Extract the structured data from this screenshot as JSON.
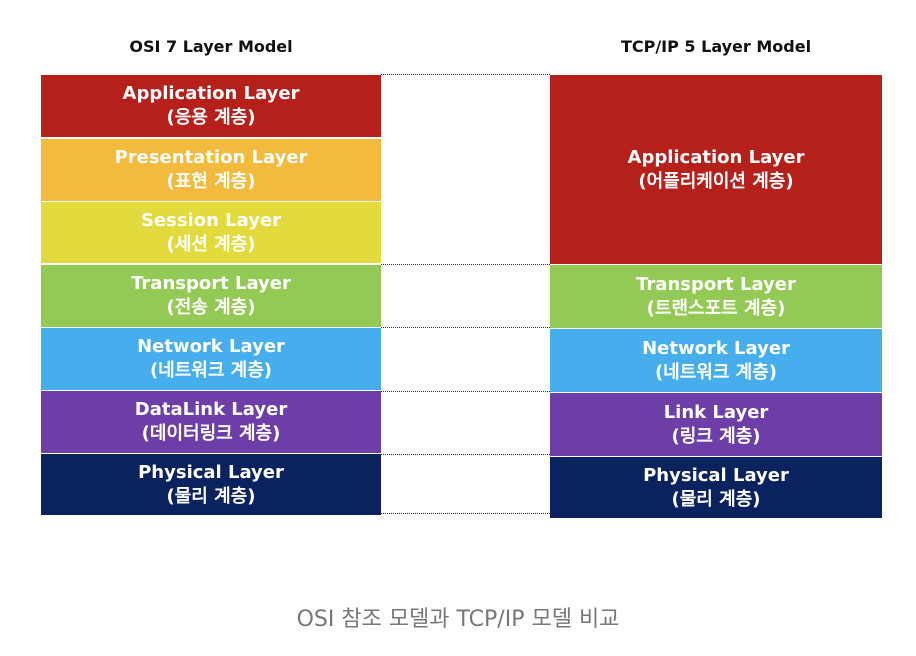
{
  "osi_model": {
    "title": "OSI 7 Layer Model",
    "layers": [
      {
        "name": "Application Layer",
        "sub": "(응용 계층)",
        "color": "#B5201B"
      },
      {
        "name": "Presentation Layer",
        "sub": "(표현 계층)",
        "color": "#F3BB3E"
      },
      {
        "name": "Session Layer",
        "sub": "(세션 계층)",
        "color": "#E3DA3E"
      },
      {
        "name": "Transport Layer",
        "sub": "(전송 계층)",
        "color": "#93CA56"
      },
      {
        "name": "Network Layer",
        "sub": "(네트워크 계층)",
        "color": "#46AEEC"
      },
      {
        "name": "DataLink Layer",
        "sub": "(데이터링크 계층)",
        "color": "#6D3EA7"
      },
      {
        "name": "Physical Layer",
        "sub": "(물리 계층)",
        "color": "#0A225E"
      }
    ]
  },
  "tcpip_model": {
    "title": "TCP/IP 5 Layer Model",
    "layers": [
      {
        "name": "Application Layer",
        "sub": "(어플리케이션 계층)",
        "color": "#B5201B"
      },
      {
        "name": "Transport Layer",
        "sub": "(트랜스포트 계층)",
        "color": "#93CA56"
      },
      {
        "name": "Network Layer",
        "sub": "(네트워크 계층)",
        "color": "#46AEEC"
      },
      {
        "name": "Link Layer",
        "sub": "(링크 계층)",
        "color": "#6D3EA7"
      },
      {
        "name": "Physical Layer",
        "sub": "(물리 계층)",
        "color": "#0A225E"
      }
    ]
  },
  "caption": "OSI 참조 모델과 TCP/IP 모델 비교"
}
